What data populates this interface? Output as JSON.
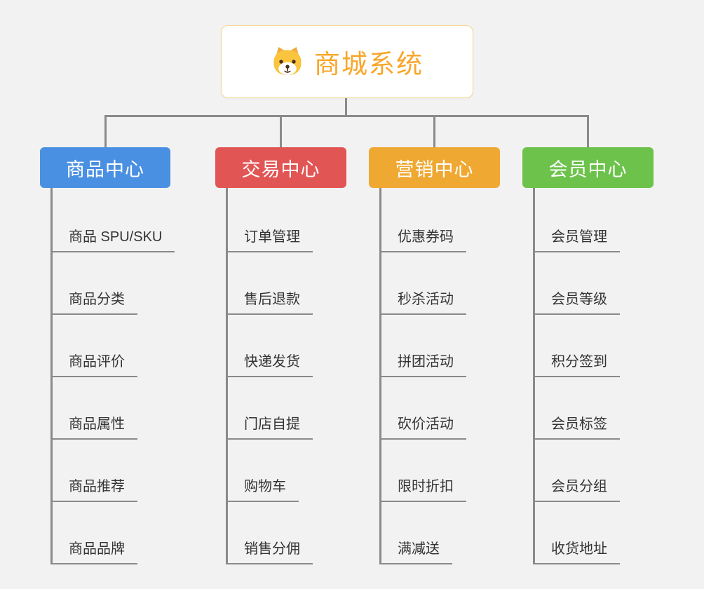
{
  "root": {
    "title": "商城系统",
    "icon": "dog-icon",
    "accent_color": "#f9a62a",
    "border_color": "#f6d78c"
  },
  "colors": {
    "connector": "#8a8a8a",
    "background": "#f2f2f2",
    "child_text": "#333333"
  },
  "branches": [
    {
      "label": "商品中心",
      "color": "#4a90e2",
      "children": [
        "商品 SPU/SKU",
        "商品分类",
        "商品评价",
        "商品属性",
        "商品推荐",
        "商品品牌"
      ]
    },
    {
      "label": "交易中心",
      "color": "#e25555",
      "children": [
        "订单管理",
        "售后退款",
        "快递发货",
        "门店自提",
        "购物车",
        "销售分佣"
      ]
    },
    {
      "label": "营销中心",
      "color": "#efa832",
      "children": [
        "优惠券码",
        "秒杀活动",
        "拼团活动",
        "砍价活动",
        "限时折扣",
        "满减送"
      ]
    },
    {
      "label": "会员中心",
      "color": "#6cc24a",
      "children": [
        "会员管理",
        "会员等级",
        "积分签到",
        "会员标签",
        "会员分组",
        "收货地址"
      ]
    }
  ]
}
